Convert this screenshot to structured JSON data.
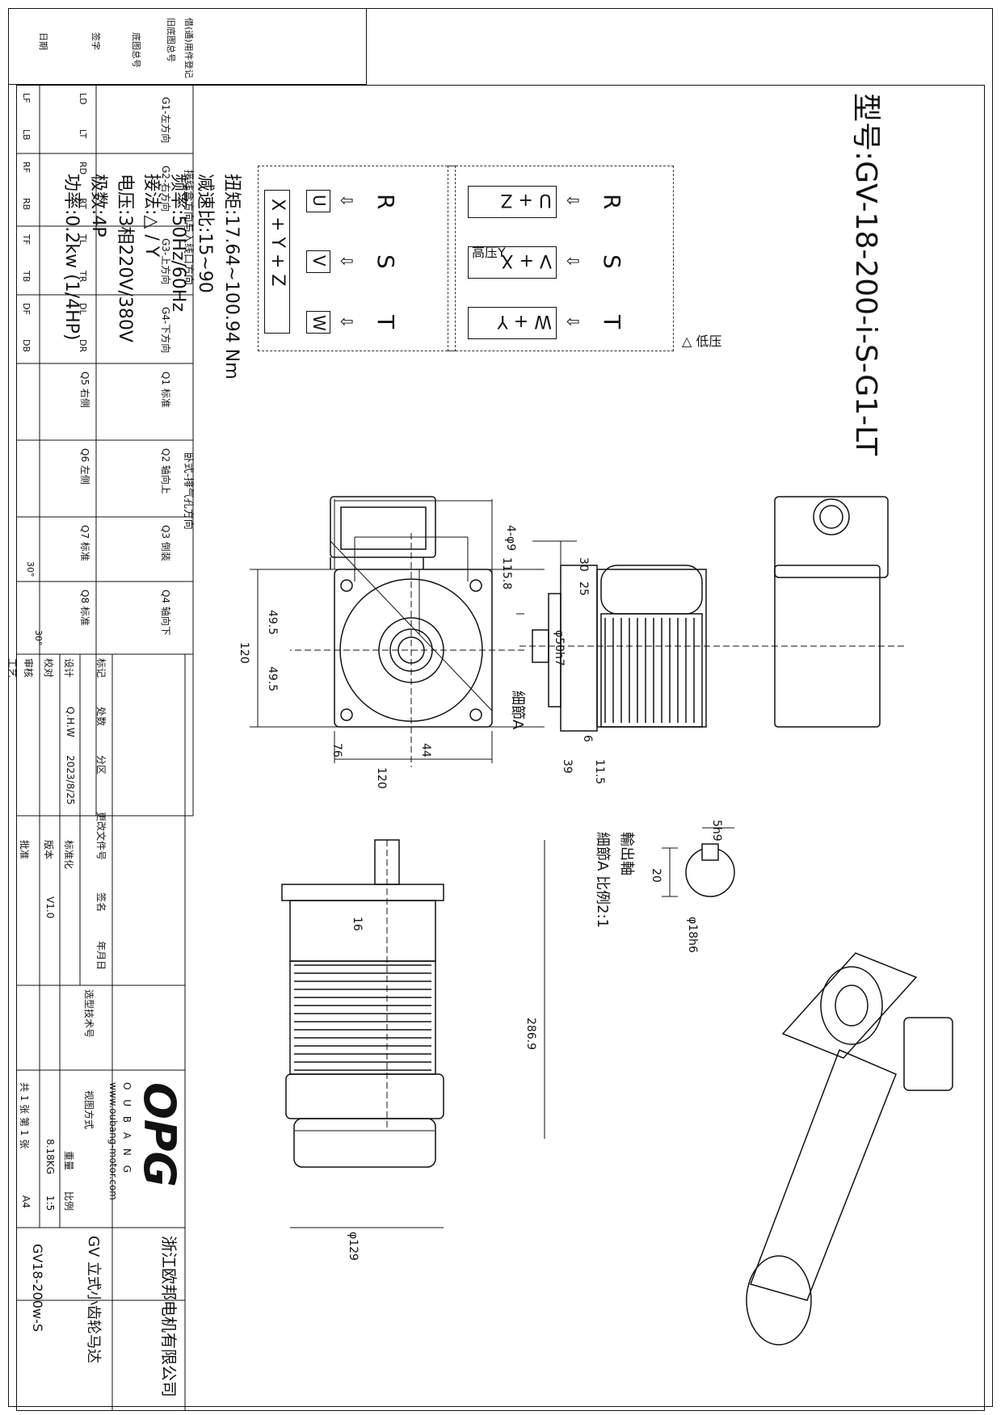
{
  "model_title": "型号:GV-18-200-i-S-G1-LT",
  "wiring": {
    "low_voltage_label": "△ 低压",
    "high_voltage_label": "高压Y",
    "terminals_top": [
      "R",
      "S",
      "T"
    ],
    "arrow": "⇩",
    "low_boxes": [
      "U + Z",
      "V + X",
      "W + Y"
    ],
    "high_boxes": [
      "U",
      "V",
      "W"
    ],
    "high_bottom": "X + Y + Z"
  },
  "specs": {
    "power": "功率:0.2kw (1/4HP)",
    "poles": "极数:4P",
    "voltage": "电压:3相220V/380V",
    "wiring_method": "接法:△ / Y",
    "frequency": "频率:50Hz/60Hz",
    "ratio": "减速比:15~90",
    "torque": "扭矩:17.64~100.94 Nm"
  },
  "dimensions": {
    "holes": "4-φ9",
    "d115": "115.8",
    "d120v": "120",
    "d495a": "49.5",
    "d495b": "49.5",
    "d76": "76",
    "d44": "44",
    "d120h": "120",
    "detail_a": "細節A",
    "d30": "30",
    "d25": "25",
    "shaft": "φ50h7",
    "d6": "6",
    "d39": "39",
    "d115b": "11.5",
    "key": "5h9",
    "d20": "20",
    "shaft18": "φ18h6",
    "out_shaft": "輸出軸",
    "detail_scale": "細節A 比例2:1",
    "d16": "16",
    "d2869": "286.9",
    "d129": "φ129"
  },
  "mounting_table": {
    "title": "接线盒方向与入线口方向",
    "headers": [
      "G1-左方向",
      "G2-右方向",
      "G3-上方向",
      "G4-下方向"
    ],
    "codes": [
      [
        "LD",
        "LT",
        "LF",
        "LB"
      ],
      [
        "RD",
        "RT",
        "RF",
        "RB"
      ],
      [
        "TL",
        "TR",
        "TF",
        "TB"
      ],
      [
        "DL",
        "DR",
        "DF",
        "DB"
      ]
    ],
    "orient_title": "卧式-排气孔方向",
    "orient": [
      "Q1 标准",
      "Q2 轴向上",
      "Q3 倒装",
      "Q4 轴向下"
    ],
    "orient2": [
      "Q5 右侧",
      "Q6 左侧",
      "Q7 标准",
      "Q8 标准"
    ],
    "angles": [
      "30°",
      "30°"
    ]
  },
  "title_block": {
    "row_labels": [
      "标记",
      "设计",
      "校对",
      "审核",
      "工艺"
    ],
    "col_heads": [
      "处数",
      "分区",
      "更改文件号",
      "签名",
      "年月日"
    ],
    "designer": "Q.H.W",
    "date": "2023/8/25",
    "standard": "标准化",
    "version_label": "版本",
    "version": "V1.0",
    "approve": "批准",
    "selection": "选型技术号",
    "brand": "OPG",
    "brand_sub": "O U B A N G",
    "website": "www.oubang-motor.com",
    "view_method": "视图方式",
    "weight_label": "重量",
    "weight": "8.18KG",
    "scale_label": "比例",
    "scale": "1:5",
    "sheets": "共 1 张 第 1 张",
    "paper": "A4",
    "company": "浙江欧邦电机有限公司",
    "product": "GV 立式小齿轮马达",
    "drawing_no": "GV18-200w-S"
  },
  "left_strip": [
    "借(通)用件登记",
    "旧底图总号",
    "底图总号",
    "签字",
    "日期"
  ]
}
